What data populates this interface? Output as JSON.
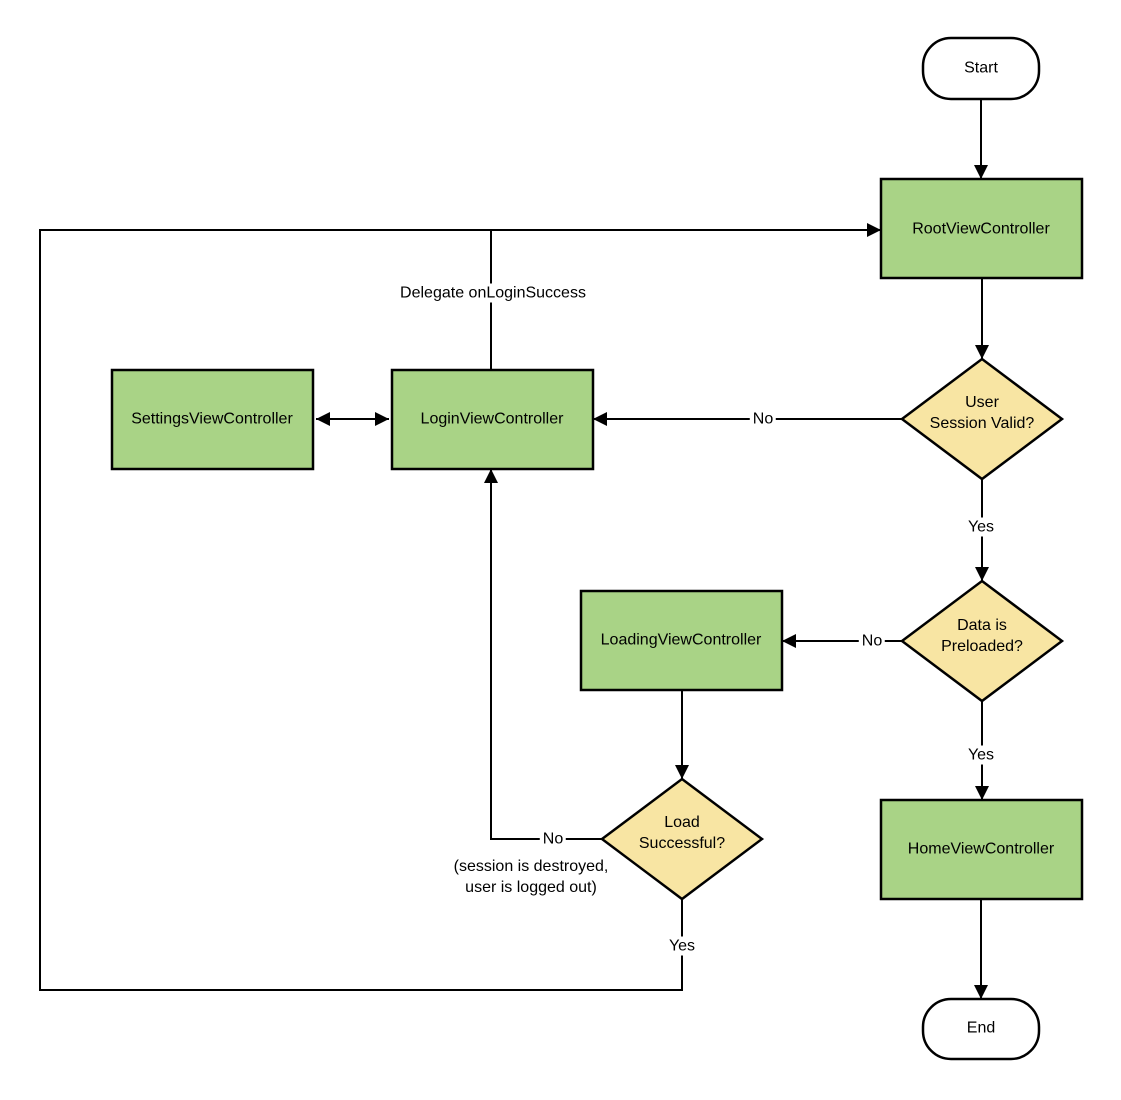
{
  "colors": {
    "process_fill": "#A9D386",
    "decision_fill": "#F8E5A3",
    "terminator_fill": "#FFFFFF",
    "connector": "#000000",
    "text": "#000000",
    "background": "#FFFFFF"
  },
  "nodes": {
    "start": {
      "label": "Start",
      "type": "terminator"
    },
    "root_view_controller": {
      "label": "RootViewController",
      "type": "process"
    },
    "user_session_valid": {
      "label": "User\nSession Valid?",
      "type": "decision"
    },
    "settings_view_controller": {
      "label": "SettingsViewController",
      "type": "process"
    },
    "login_view_controller": {
      "label": "LoginViewController",
      "type": "process"
    },
    "data_is_preloaded": {
      "label": "Data is\nPreloaded?",
      "type": "decision"
    },
    "loading_view_controller": {
      "label": "LoadingViewController",
      "type": "process"
    },
    "load_successful": {
      "label": "Load\nSuccessful?",
      "type": "decision"
    },
    "home_view_controller": {
      "label": "HomeViewController",
      "type": "process"
    },
    "end": {
      "label": "End",
      "type": "terminator"
    }
  },
  "edge_labels": {
    "delegate_on_login_success": "Delegate onLoginSuccess",
    "user_session_valid_no": "No",
    "user_session_valid_yes": "Yes",
    "data_is_preloaded_no": "No",
    "data_is_preloaded_yes": "Yes",
    "load_successful_no": "No",
    "load_successful_yes": "Yes",
    "load_successful_no_note": "(session is destroyed,\nuser is logged out)"
  }
}
